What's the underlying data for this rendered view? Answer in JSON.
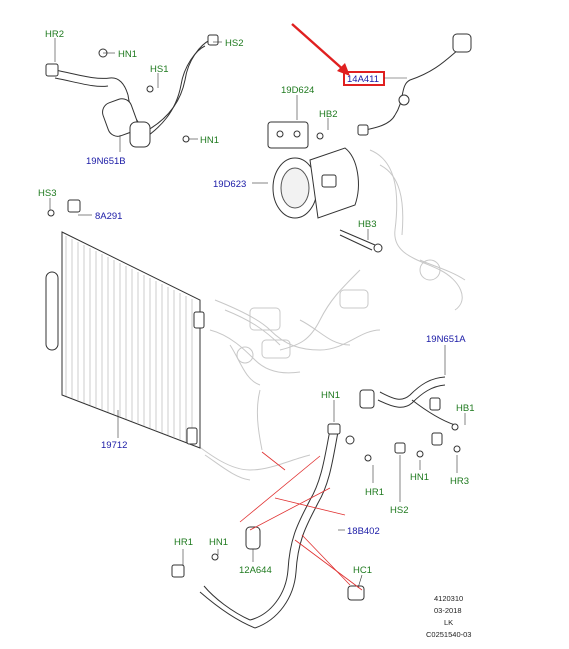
{
  "labels": {
    "hr2": "HR2",
    "hn1_top": "HN1",
    "hs2_top": "HS2",
    "hs1": "HS1",
    "hn1_upper2": "HN1",
    "n19n651b": "19N651B",
    "hs3": "HS3",
    "n8a291": "8A291",
    "n14a411": "14A411",
    "n19d624": "19D624",
    "hb2": "HB2",
    "n19d623": "19D623",
    "hb3": "HB3",
    "n19n651a": "19N651A",
    "n19712": "19712",
    "hn1_mid": "HN1",
    "hb1": "HB1",
    "hr1_mid": "HR1",
    "hn1_right": "HN1",
    "hr3": "HR3",
    "hs2_lower": "HS2",
    "n18b402": "18B402",
    "hr1_low": "HR1",
    "hn1_low": "HN1",
    "n12a644": "12A644",
    "hc1": "HC1"
  },
  "footer": {
    "ref": "4120310",
    "date": "03-2018",
    "region": "LK",
    "code": "C0251540-03"
  },
  "colors": {
    "green_callout": "#1f7a1f",
    "blue_callout": "#1a1aa6",
    "highlight": "#e02020"
  },
  "icons": {
    "arrow": "red-pointer-arrow"
  }
}
